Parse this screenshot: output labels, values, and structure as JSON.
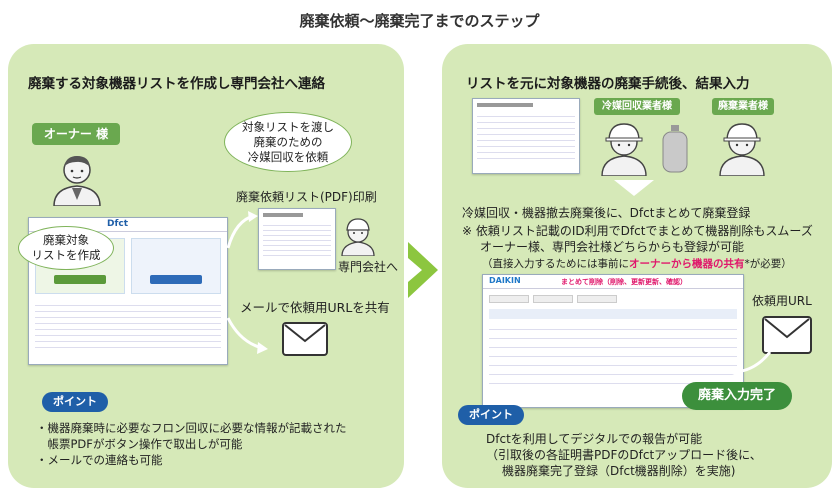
{
  "title": "廃棄依頼〜廃棄完了までのステップ",
  "left": {
    "heading": "廃棄する対象機器リストを作成し専門会社へ連絡",
    "owner_label": "オーナー 様",
    "bubble_create": [
      "廃棄対象",
      "リストを作成"
    ],
    "bubble_send": [
      "対象リストを渡し",
      "廃棄のための",
      "冷媒回収を依頼"
    ],
    "pdf_label": "廃棄依頼リスト(PDF)印刷",
    "company_label": "専門会社へ",
    "mail_label": "メールで依頼用URLを共有",
    "point_label": "ポイント",
    "points": [
      "・機器廃棄時に必要なフロン回収に必要な情報が記載された",
      "　帳票PDFがボタン操作で取出しが可能",
      "・メールでの連絡も可能"
    ],
    "screen_logo": "Dfct"
  },
  "right": {
    "heading": "リストを元に対象機器の廃棄手続後、結果入力",
    "role_collector": "冷媒回収業者様",
    "role_disposer": "廃棄業者様",
    "line1": "冷媒回収・機器撤去廃棄後に、Dfctまとめて廃棄登録",
    "line2": "※ 依頼リスト記載のID利用でDfctでまとめて機器削除もスムーズ",
    "line3": "オーナー様、専門会社様どちらからも登録が可能",
    "line4_a": "（直接入力するためには事前に",
    "line4_red": "オーナーから機器の共有",
    "line4_b": "*が必要）",
    "url_label": "依頼用URL",
    "done_label": "廃棄入力完了",
    "point_label": "ポイント",
    "points": [
      "Dfctを利用してデジタルでの報告が可能",
      "（引取後の各証明書PDFのDfctアップロード後に、",
      "機器廃棄完了登録（Dfct機器削除）を実施)"
    ],
    "screen_logo": "DAIKIN",
    "screen_title": "まとめて削除（削除、更新更新、確認）"
  },
  "colors": {
    "panel": "#d6e9b8",
    "accent_green": "#6aa84f",
    "arrow": "#8cc63f",
    "point_blue": "#1f5fa8",
    "highlight_red": "#e0186c"
  }
}
